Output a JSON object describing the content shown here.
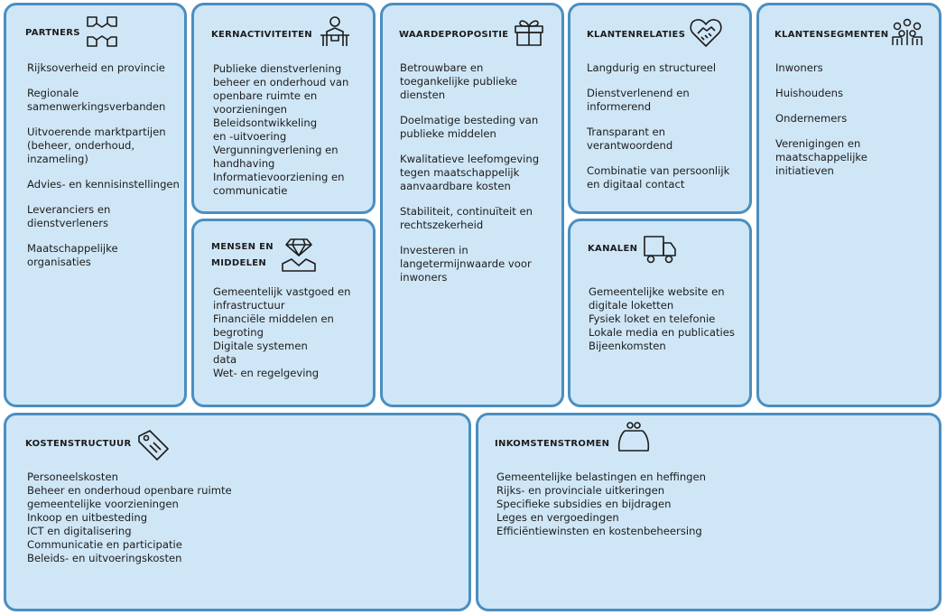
{
  "accent": "#4a8fc1",
  "fill": "#cfe6f6",
  "sections": {
    "partners": {
      "title": "PARTNERS",
      "icon": "hands-circle-icon",
      "items": [
        "Rijksoverheid en provincie",
        "Regionale\nsamenwerkingsverbanden",
        "Uitvoerende marktpartijen\n(beheer, onderhoud,\ninzameling)",
        "Advies- en kennisinstellingen",
        "Leveranciers en\ndienstverleners",
        "Maatschappelijke\norganisaties"
      ]
    },
    "activities": {
      "title": "KERNACTIVITEITEN",
      "icon": "person-at-desk-icon",
      "items": [
        "Publieke dienstverlening\nbeheer en onderhoud van\nopenbare ruimte en\nvoorzieningen",
        "Beleidsontwikkeling\nen -uitvoering",
        "Vergunningverlening en\nhandhaving",
        "Informatievoorziening en\ncommunicatie"
      ]
    },
    "resources": {
      "title_line1": "MENSEN EN",
      "title_line2": "MIDDELEN",
      "icon": "diamond-person-icon",
      "items": [
        "Gemeentelijk vastgoed en\ninfrastructuur",
        "Financiële middelen en\nbegroting",
        "Digitale systemen\ndata",
        "Wet- en regelgeving"
      ]
    },
    "value": {
      "title": "WAARDEPROPOSITIE",
      "icon": "gift-icon",
      "items": [
        "Betrouwbare en\ntoegankelijke publieke\ndiensten",
        "Doelmatige besteding van\npublieke middelen",
        "Kwalitatieve leefomgeving\ntegen maatschappelijk\naanvaardbare kosten",
        "Stabiliteit, continuïteit en\nrechtszekerheid",
        "Investeren in\nlangetermijnwaarde voor\ninwoners"
      ]
    },
    "relations": {
      "title": "KLANTENRELATIES",
      "icon": "heart-handshake-icon",
      "items": [
        "Langdurig en structureel",
        "Dienstverlenend en\ninformerend",
        "Transparant en\nverantwoordend",
        "Combinatie van persoonlijk\nen digitaal contact"
      ]
    },
    "channels": {
      "title": "KANALEN",
      "icon": "truck-icon",
      "items": [
        "Gemeentelijke website en\ndigitale loketten",
        "Fysiek loket en telefonie",
        "Lokale media en publicaties",
        "Bijeenkomsten"
      ]
    },
    "segments": {
      "title": "KLANTENSEGMENTEN",
      "icon": "people-group-icon",
      "items": [
        "Inwoners",
        "Huishoudens",
        "Ondernemers",
        "Verenigingen en\nmaatschappelijke\ninitiatieven"
      ]
    },
    "costs": {
      "title": "KOSTENSTRUCTUUR",
      "icon": "price-tag-icon",
      "items": [
        "Personeelskosten",
        "Beheer en onderhoud openbare ruimte",
        "gemeentelijke voorzieningen",
        "Inkoop en uitbesteding",
        "ICT en digitalisering",
        "Communicatie en participatie",
        "Beleids- en uitvoeringskosten"
      ]
    },
    "revenue": {
      "title": "INKOMSTENSTROMEN",
      "icon": "coin-purse-icon",
      "items": [
        "Gemeentelijke belastingen en heffingen",
        "Rijks- en provinciale uitkeringen",
        "Specifieke subsidies en bijdragen",
        "Leges en vergoedingen",
        "Efficiëntiewinsten en kostenbeheersing"
      ]
    }
  }
}
